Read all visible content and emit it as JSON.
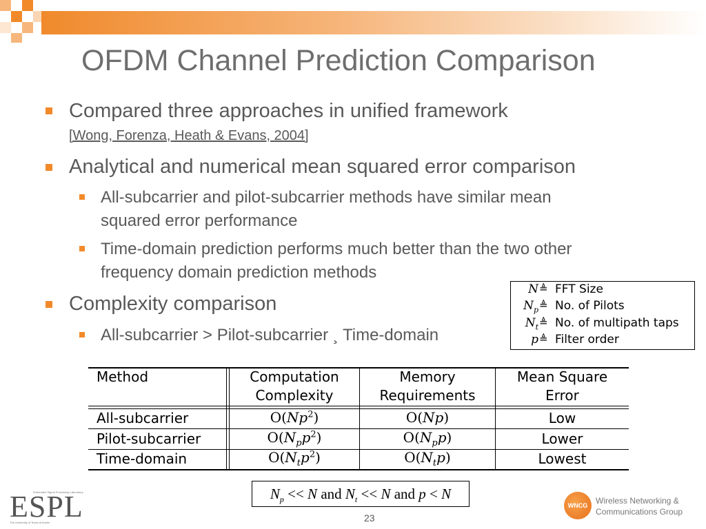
{
  "slide": {
    "title": "OFDM Channel Prediction Comparison",
    "bullets": [
      {
        "text": "Compared three approaches in unified framework",
        "citation": "[Wong, Forenza, Heath & Evans, 2004]"
      },
      {
        "text": "Analytical and numerical mean squared error comparison",
        "sub": [
          {
            "line1": "All-subcarrier and pilot-subcarrier methods have similar mean",
            "line2": "squared error performance"
          },
          {
            "line1": "Time-domain prediction performs much better than the two other",
            "line2": "frequency domain prediction methods"
          }
        ]
      },
      {
        "text": "Complexity comparison",
        "sub": [
          {
            "line1": "All-subcarrier > Pilot-subcarrier ¸ Time-domain"
          }
        ]
      }
    ],
    "page_number": "23"
  },
  "legend": {
    "rows": [
      {
        "symbol": "N",
        "subscript": "",
        "eq": "≜",
        "text": "FFT Size"
      },
      {
        "symbol": "N",
        "subscript": "p",
        "eq": "≜",
        "text": "No. of Pilots"
      },
      {
        "symbol": "N",
        "subscript": "t",
        "eq": "≜",
        "text": "No. of multipath taps"
      },
      {
        "symbol": "p",
        "subscript": "",
        "eq": "≜",
        "text": "Filter order"
      }
    ]
  },
  "table": {
    "headers": [
      {
        "line1": "Method",
        "line2": ""
      },
      {
        "line1": "Computation",
        "line2": "Complexity"
      },
      {
        "line1": "Memory",
        "line2": "Requirements"
      },
      {
        "line1": "Mean Square",
        "line2": "Error"
      }
    ],
    "rows": [
      {
        "method": "All-subcarrier",
        "comp": {
          "pre": "O(",
          "n": "N",
          "sub": "",
          "p": "p",
          "sup": "2",
          "post": ")"
        },
        "mem": {
          "pre": "O(",
          "n": "N",
          "sub": "",
          "p": "p",
          "post": ")"
        },
        "error": "Low"
      },
      {
        "method": "Pilot-subcarrier",
        "comp": {
          "pre": "O(",
          "n": "N",
          "sub": "p",
          "p": "p",
          "sup": "2",
          "post": ")"
        },
        "mem": {
          "pre": "O(",
          "n": "N",
          "sub": "p",
          "p": "p",
          "post": ")"
        },
        "error": "Lower"
      },
      {
        "method": "Time-domain",
        "comp": {
          "pre": "O(",
          "n": "N",
          "sub": "t",
          "p": "p",
          "sup": "2",
          "post": ")"
        },
        "mem": {
          "pre": "O(",
          "n": "N",
          "sub": "t",
          "p": "p",
          "post": ")"
        },
        "error": "Lowest"
      }
    ]
  },
  "condition": {
    "a": "N",
    "a_sub": "p",
    "op1": "<<",
    "b": "N",
    "and1": "and",
    "c": "N",
    "c_sub": "t",
    "op2": "<<",
    "d": "N",
    "and2": "and",
    "e": "p",
    "op3": "<",
    "f": "N"
  },
  "logos": {
    "espl": "ESPL",
    "espl_small_top": "Embedded Signal Processing Laboratory",
    "espl_small_bottom": "The University of Texas at Austin",
    "wncg_badge": "WNCG",
    "wncg_line1": "Wireless Networking &",
    "wncg_line2": "Communications Group"
  },
  "colors": {
    "accent": "#f28a2a",
    "title": "#6e6e6e",
    "text": "#595959"
  }
}
